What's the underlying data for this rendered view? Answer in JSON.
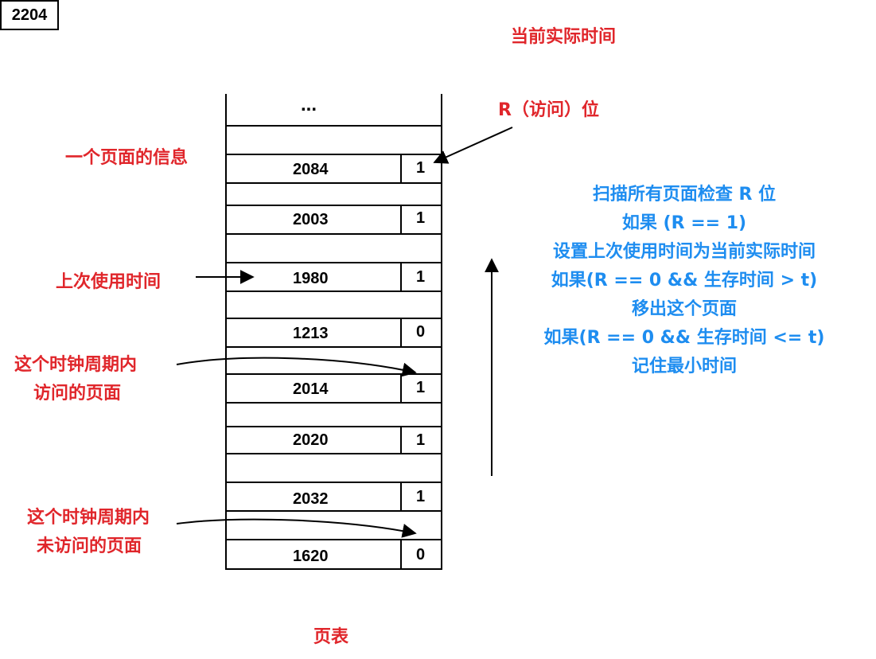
{
  "current_time": {
    "value": "2204",
    "label": "当前实际时间"
  },
  "table": {
    "top_ellipsis": "...",
    "caption": "页表",
    "entries": [
      {
        "time": "2084",
        "r": "1"
      },
      {
        "time": "2003",
        "r": "1"
      },
      {
        "time": "1980",
        "r": "1"
      },
      {
        "time": "1213",
        "r": "0"
      },
      {
        "time": "2014",
        "r": "1"
      },
      {
        "time": "2020",
        "r": "1"
      },
      {
        "time": "2032",
        "r": "1"
      },
      {
        "time": "1620",
        "r": "0"
      }
    ]
  },
  "annotations": {
    "r_bit": "R（访问）位",
    "page_info": "一个页面的信息",
    "last_use_time": "上次使用时间",
    "visited_1": "这个时钟周期内",
    "visited_2": "访问的页面",
    "unvisited_1": "这个时钟周期内",
    "unvisited_2": "未访问的页面"
  },
  "algorithm": {
    "lines": [
      "扫描所有页面检查 R 位",
      "如果 (R == 1)",
      "设置上次使用时间为当前实际时间",
      "如果(R == 0 && 生存时间 > t)",
      "移出这个页面",
      "如果(R == 0 && 生存时间 <= t)",
      "记住最小时间"
    ]
  },
  "colors": {
    "annotation_red": "#e0262b",
    "algorithm_blue": "#1e8df0",
    "line": "#000000"
  }
}
